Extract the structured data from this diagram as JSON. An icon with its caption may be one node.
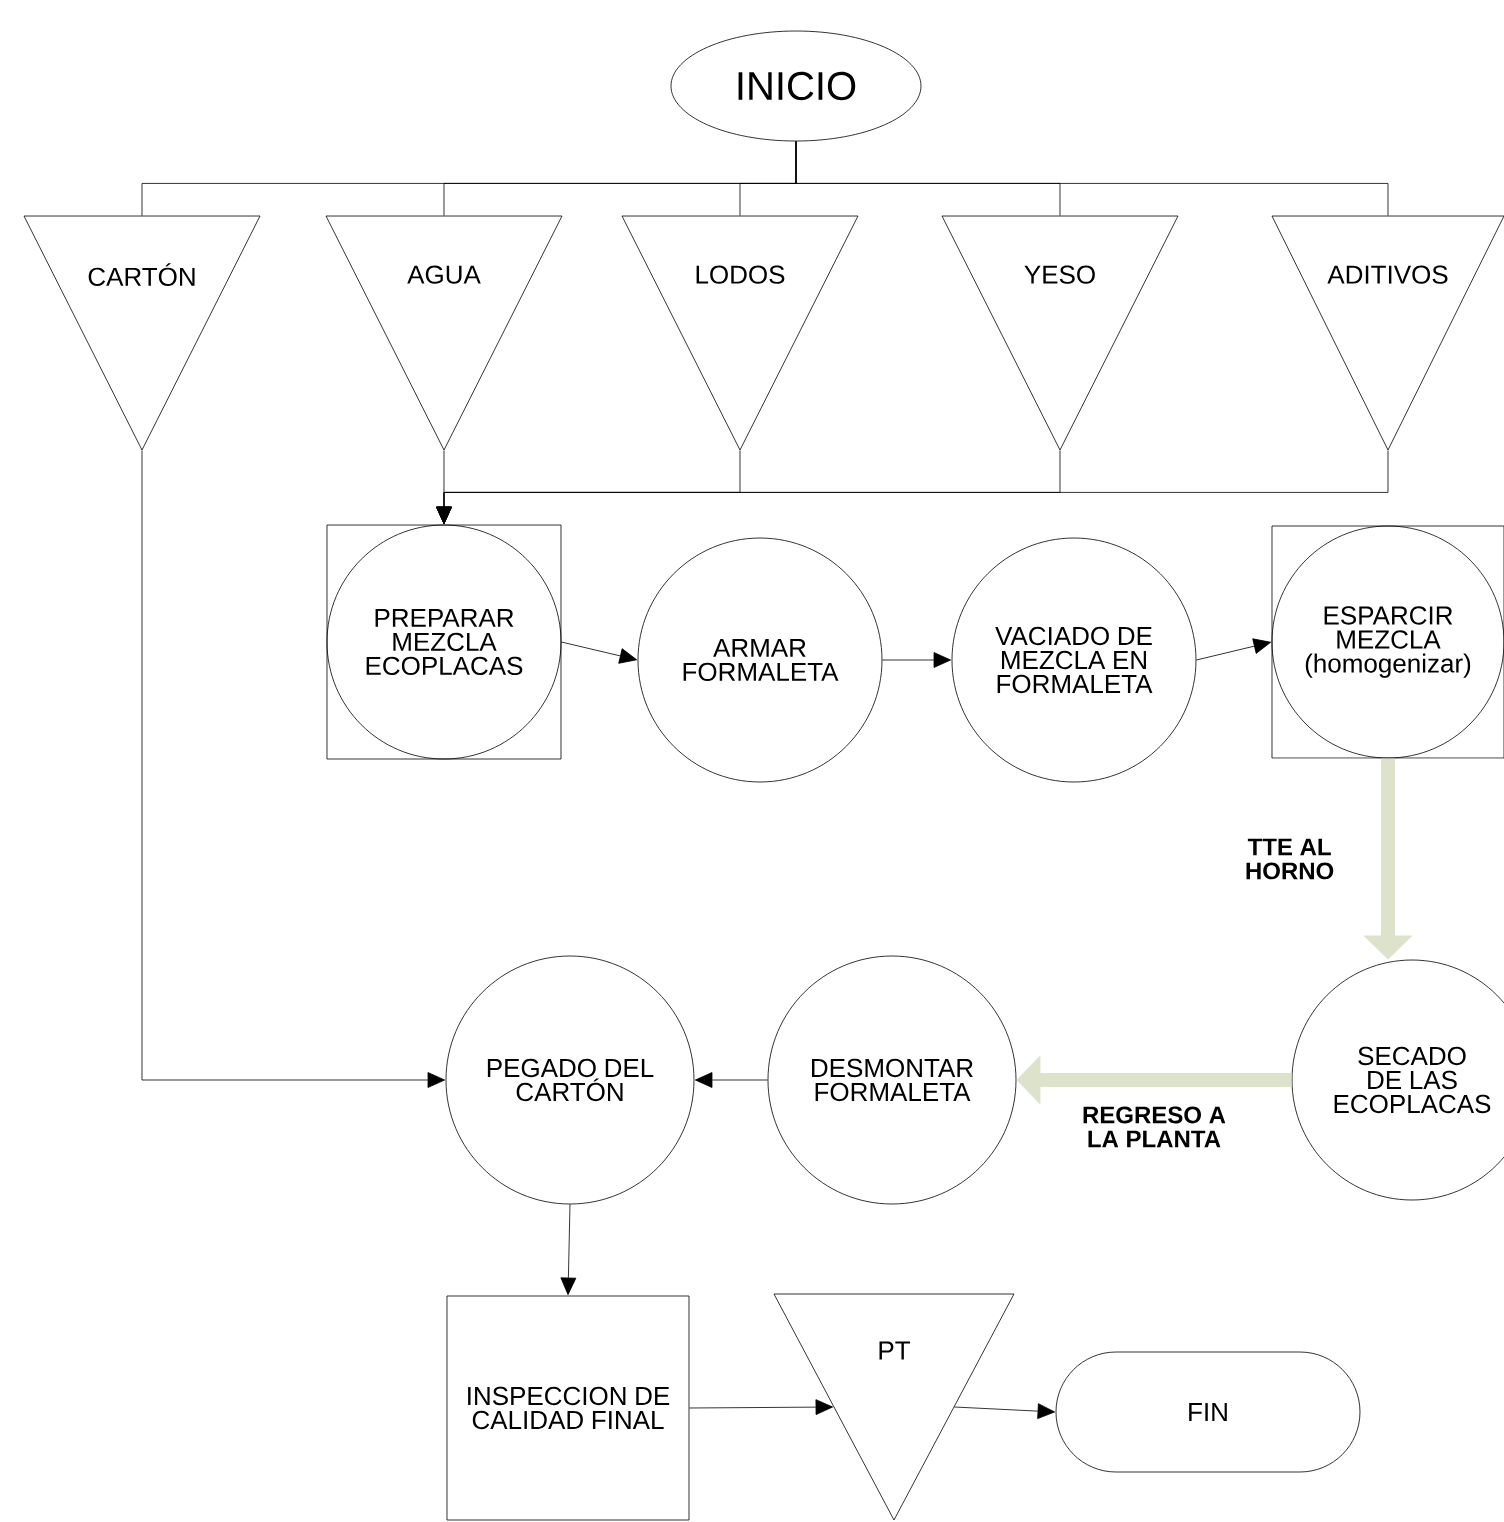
{
  "diagram": {
    "nodes": [
      {
        "text": [
          "INICIO"
        ]
      },
      {
        "text": [
          "CARTÓN"
        ]
      },
      {
        "text": [
          "AGUA"
        ]
      },
      {
        "text": [
          "LODOS"
        ]
      },
      {
        "text": [
          "YESO"
        ]
      },
      {
        "text": [
          "ADITIVOS"
        ]
      },
      {
        "text": [
          "PREPARAR MEZCLA ECOPLACAS"
        ]
      },
      {
        "text": [
          "ARMAR FORMALETA"
        ]
      },
      {
        "text": [
          "VACIADO DE MEZCLA EN FORMALETA"
        ]
      },
      {
        "text": [
          "ESPARCIR MEZCLA (homogenizar)"
        ]
      },
      {
        "text": [
          "SECADO DE LAS ECOPLACAS"
        ]
      },
      {
        "text": [
          "DESMONTAR FORMALETA"
        ]
      },
      {
        "text": [
          "PEGADO DEL CARTÓN"
        ]
      },
      {
        "text": [
          "INSPECCION DE CALIDAD FINAL"
        ]
      },
      {
        "text": [
          "PT"
        ]
      },
      {
        "text": [
          "FIN"
        ]
      }
    ],
    "edges": [
      {
        "from": 0,
        "to": 1,
        "arrow": "none"
      },
      {
        "from": 0,
        "to": 2,
        "arrow": "none"
      },
      {
        "from": 0,
        "to": 3,
        "arrow": "none"
      },
      {
        "from": 0,
        "to": 4,
        "arrow": "none"
      },
      {
        "from": 0,
        "to": 5,
        "arrow": "none"
      },
      {
        "from": 2,
        "to": 6,
        "arrow": "to"
      },
      {
        "from": 3,
        "to": 6,
        "arrow": "to"
      },
      {
        "from": 4,
        "to": 6,
        "arrow": "to"
      },
      {
        "from": 5,
        "to": 6,
        "arrow": "to"
      },
      {
        "from": 6,
        "to": 7,
        "arrow": "to"
      },
      {
        "from": 7,
        "to": 8,
        "arrow": "to"
      },
      {
        "from": 8,
        "to": 9,
        "arrow": "to"
      },
      {
        "from": 9,
        "to": 10,
        "arrow": "to",
        "label": "TTE AL HORNO",
        "style": "thick",
        "color": "#dde2cb"
      },
      {
        "from": 10,
        "to": 11,
        "arrow": "to",
        "label": "REGRESO A LA PLANTA",
        "style": "thick",
        "color": "#dde2cb"
      },
      {
        "from": 1,
        "to": 12,
        "arrow": "to"
      },
      {
        "from": 11,
        "to": 12,
        "arrow": "to"
      },
      {
        "from": 12,
        "to": 13,
        "arrow": "to"
      },
      {
        "from": 13,
        "to": 14,
        "arrow": "to"
      },
      {
        "from": 14,
        "to": 15,
        "arrow": "to"
      }
    ]
  }
}
